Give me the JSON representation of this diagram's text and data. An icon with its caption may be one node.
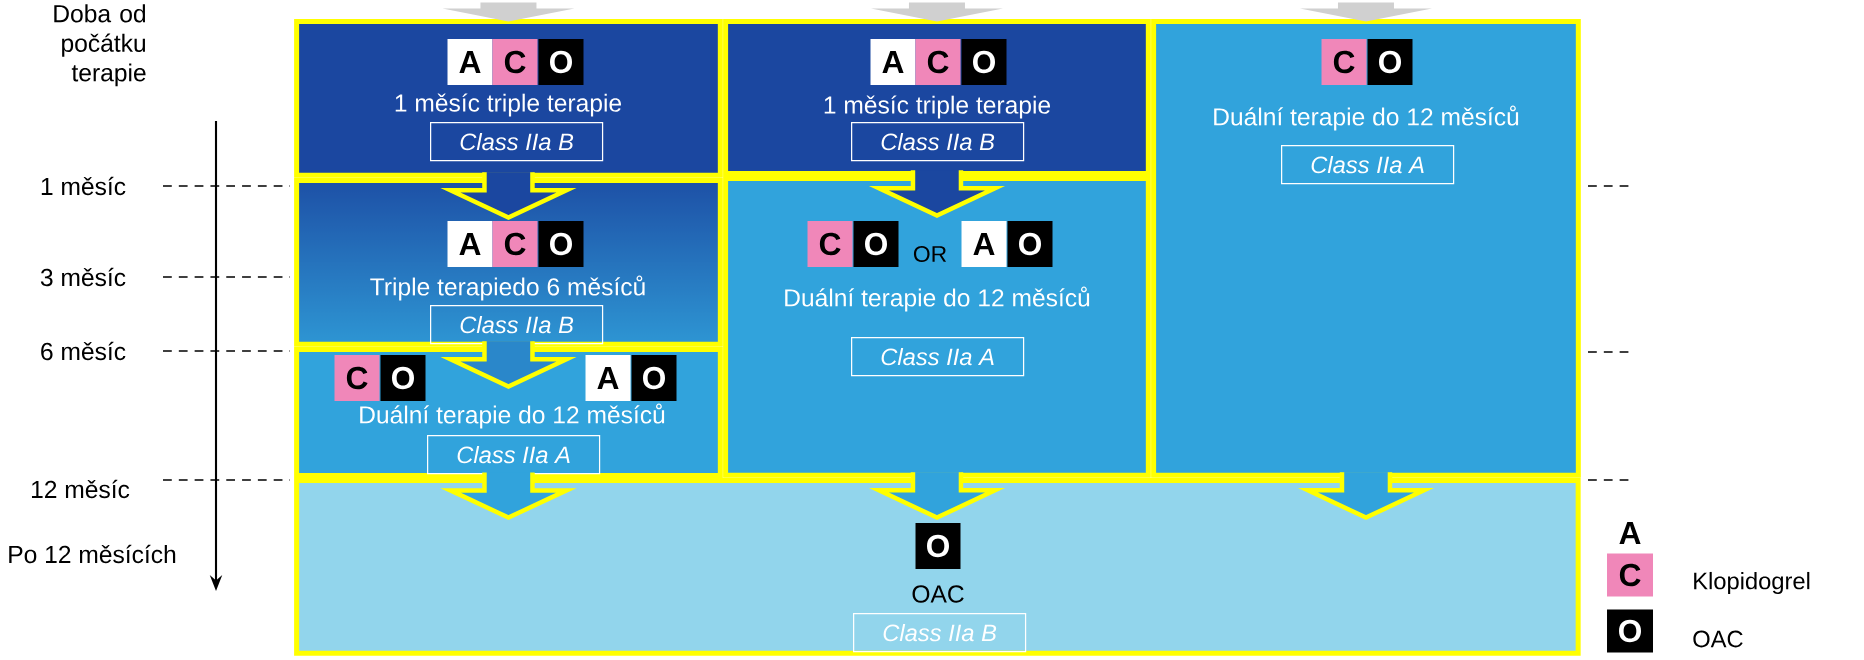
{
  "diagram": {
    "nodes": [
      {
        "text": [
          "A",
          "C",
          "O",
          "1 měsíc triple terapie"
        ]
      },
      {
        "text": [
          "Class IIa B"
        ],
        "in": 0
      },
      {
        "text": [
          "A",
          "C",
          "O",
          "1 měsíc triple terapie"
        ]
      },
      {
        "text": [
          "Class IIa B"
        ],
        "in": 2
      },
      {
        "text": [
          "C",
          "O",
          "Duální terapie do 12 měsíců"
        ]
      },
      {
        "text": [
          "Class IIa A"
        ],
        "in": 4
      },
      {
        "text": [
          "A",
          "C",
          "O",
          "Triple terapiedo 6 měsíců"
        ]
      },
      {
        "text": [
          "Class IIa B"
        ],
        "in": 6
      },
      {
        "text": [
          "C",
          "O",
          "OR",
          "A",
          "O",
          "Duální terapie do 12 měsíců"
        ]
      },
      {
        "text": [
          "Class IIa A"
        ],
        "in": 8
      },
      {
        "text": [
          "C",
          "O",
          "A",
          "O",
          "Duální terapie do 12 měsíců"
        ]
      },
      {
        "text": [
          "Class IIa A"
        ],
        "in": 10
      },
      {
        "text": [
          "O",
          "OAC"
        ]
      },
      {
        "text": [
          "Class IIa B"
        ],
        "in": 12
      }
    ],
    "edges": [
      {
        "from": null,
        "to": 0,
        "arrow": "to",
        "color": "#d0d0d0"
      },
      {
        "from": null,
        "to": 2,
        "arrow": "to",
        "color": "#d0d0d0"
      },
      {
        "from": null,
        "to": 4,
        "arrow": "to",
        "color": "#d0d0d0"
      },
      {
        "from": 0,
        "to": 6,
        "arrow": "to"
      },
      {
        "from": 6,
        "to": 10,
        "arrow": "to"
      },
      {
        "from": 2,
        "to": 8,
        "arrow": "to"
      },
      {
        "from": 10,
        "to": 12,
        "arrow": "to"
      },
      {
        "from": 8,
        "to": 12,
        "arrow": "to"
      },
      {
        "from": 4,
        "to": 12,
        "arrow": "to"
      }
    ],
    "labels": [
      "Doba od počátku terapie",
      "1 měsíc",
      "3 měsíc",
      "6 měsíc",
      "12 měsíc",
      "Po 12 měsících",
      "A",
      "C",
      "O"
    ],
    "legend": [
      {
        "text": "Klopidogrel",
        "color": "#f087b9"
      },
      {
        "text": "OAC",
        "color": "#000000"
      }
    ]
  }
}
